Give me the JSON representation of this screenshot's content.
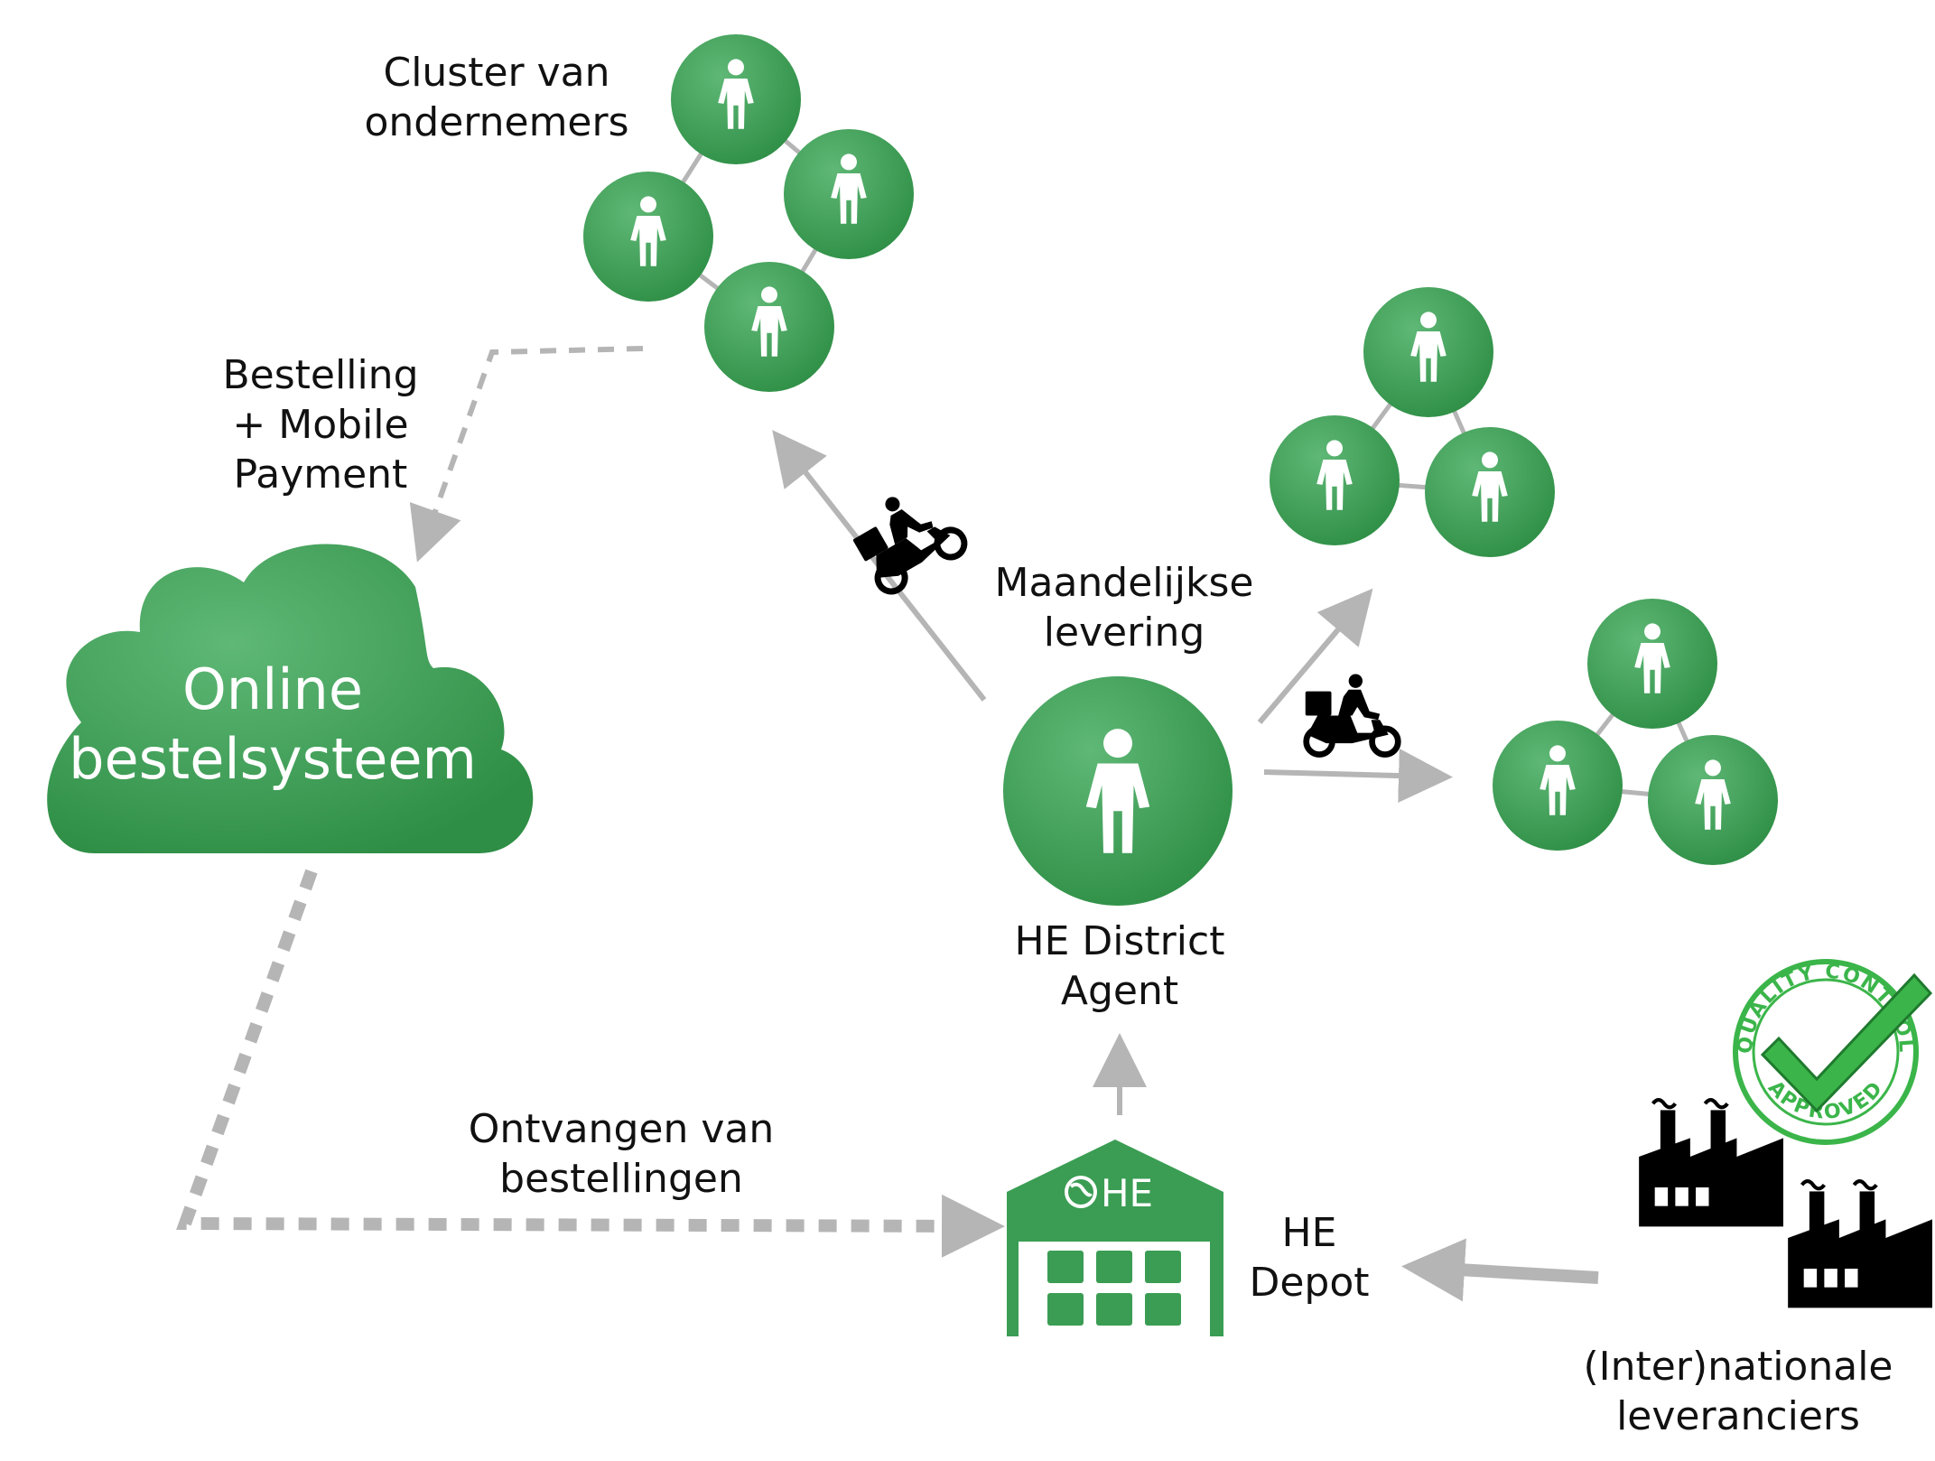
{
  "colors": {
    "green": "#3a9d53",
    "green_light": "#5cb673",
    "arrow_gray": "#b5b5b5",
    "text": "#111111",
    "black": "#000000",
    "check_green": "#3bb54a"
  },
  "labels": {
    "cluster_title_line1": "Cluster van",
    "cluster_title_line2": "ondernemers",
    "order_line1": "Bestelling",
    "order_line2": "+ Mobile",
    "order_line3": "Payment",
    "cloud_line1": "Online",
    "cloud_line2": "bestelsysteem",
    "monthly_line1": "Maandelijkse",
    "monthly_line2": "levering",
    "agent_line1": "HE District",
    "agent_line2": "Agent",
    "receive_line1": "Ontvangen van",
    "receive_line2": "bestellingen",
    "depot_line1": "HE",
    "depot_line2": "Depot",
    "depot_sign": "HE",
    "suppliers_line1": "(Inter)nationale",
    "suppliers_line2": "leveranciers",
    "badge_top": "QUALITY CONTROL",
    "badge_bottom": "APPROVED"
  },
  "icons": {
    "person": "person-icon",
    "scooter": "delivery-scooter-icon",
    "factory": "factory-icon",
    "globe": "globe-icon",
    "check": "checkmark-icon"
  }
}
